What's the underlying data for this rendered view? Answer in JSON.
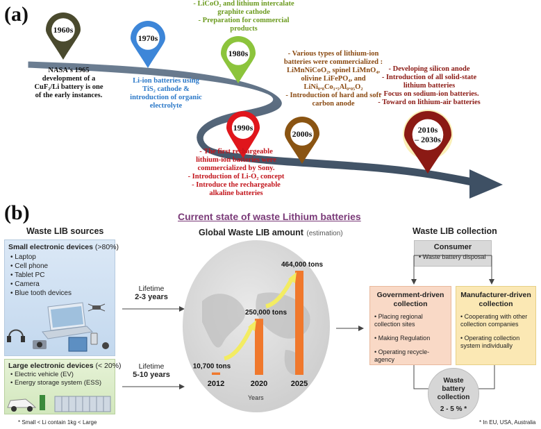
{
  "panel_a": {
    "label": "(a)",
    "pins": [
      {
        "decade": "1960s",
        "color": "#4a4a2e"
      },
      {
        "decade": "1970s",
        "color": "#3d86d8"
      },
      {
        "decade": "1980s",
        "color": "#8cc43c"
      },
      {
        "decade": "1990s",
        "color": "#e0161c"
      },
      {
        "decade": "2000s",
        "color": "#8a5412"
      },
      {
        "decade": "2010s\n– 2030s",
        "color": "#8b1a14"
      }
    ],
    "notes": {
      "n1960": [
        "NASA's 1965",
        "development of a",
        "CuF₂/Li battery is one",
        "of the early instances."
      ],
      "n1970": [
        "Li-ion batteries using",
        "TiS₂ cathode &",
        "introduction of organic",
        "electrolyte"
      ],
      "n1980": [
        "- LiCoO₂ and lithium intercalate",
        "graphite cathode",
        "- Preparation for commercial",
        "products"
      ],
      "n1990": [
        "- The first rechargeable",
        "lithium-ion  batteries were",
        "commercialized by Sony.",
        "- Introduction  of Li-O₂ concept",
        "- Introduce  the rechargeable",
        "alkaline batteries"
      ],
      "n2000": [
        "- Various types of lithium-ion",
        "batteries were commercialized :",
        "LiMnNiCoO₂, spinel LiMnO₄,",
        "olivine LiFePO₄, and",
        "LiNi₀.₈Co₁.₅Al₀.₀₅O₂",
        "- Introduction of hard and soft",
        "carbon anode"
      ],
      "n2010": [
        "- Developing silicon anode",
        "- Introduction  of all solid-state",
        "lithium batteries",
        "- Focus on sodium-ion batteries.",
        "- Toward on lithium-air batteries"
      ]
    }
  },
  "panel_b": {
    "label": "(b)",
    "title": "Current state of waste Lithium batteries",
    "sources": {
      "heading": "Waste LIB sources",
      "small": {
        "title": "Small electronic devices",
        "share": "(>80%)",
        "items": [
          "Laptop",
          "Cell phone",
          "Tablet PC",
          "Camera",
          "Blue tooth devices"
        ]
      },
      "large": {
        "title": "Large electronic devices",
        "share": "(< 20%)",
        "items": [
          "Electric vehicle (EV)",
          "Energy storage system (ESS)"
        ]
      },
      "footnote": "* Small < Li contain 1kg < Large"
    },
    "lifetimes": [
      {
        "label": "Lifetime",
        "value": "2-3 years"
      },
      {
        "label": "Lifetime",
        "value": "5-10 years"
      }
    ],
    "amount": {
      "heading": "Global Waste LIB amount",
      "heading_note": "(estimation)",
      "xlabel": "Years"
    },
    "collection": {
      "heading": "Waste LIB collection",
      "consumer": {
        "title": "Consumer",
        "item": "Waste battery disposal"
      },
      "government": {
        "title": "Government-driven collection",
        "items": [
          "Placing regional collection sites",
          "Making Regulation",
          "Operating recycle-agency"
        ]
      },
      "manufacturer": {
        "title": "Manufacturer-driven collection",
        "items": [
          "Cooperating with other collection companies",
          "Operating collection system individually"
        ]
      },
      "result": {
        "title": "Waste battery collection",
        "value": "2 - 5 % *"
      },
      "footnote": "* In EU, USA, Australia"
    }
  },
  "chart_data": {
    "type": "bar",
    "title": "Global Waste LIB amount",
    "xlabel": "Years",
    "ylabel": "",
    "categories": [
      "2012",
      "2020",
      "2025"
    ],
    "values": [
      10700,
      250000,
      464000
    ],
    "value_labels": [
      "10,700 tons",
      "250,000 tons",
      "464,000 tons"
    ],
    "ylim": [
      0,
      464000
    ],
    "bar_color": "#f0782c"
  }
}
